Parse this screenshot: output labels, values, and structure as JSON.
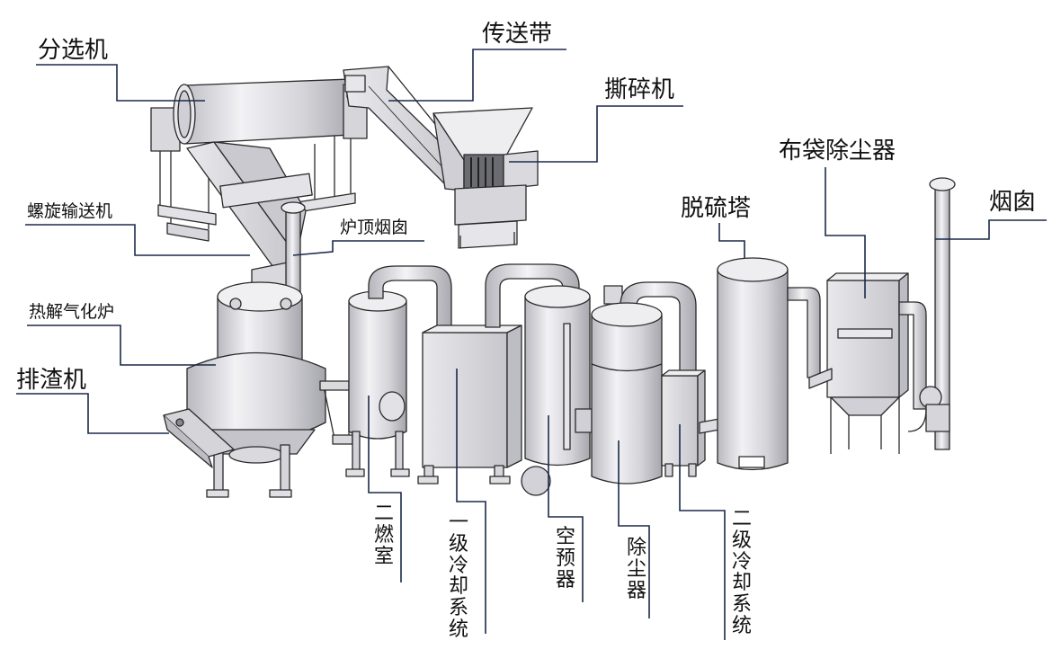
{
  "labels": {
    "sorter": "分选机",
    "conveyor_belt": "传送带",
    "shredder": "撕碎机",
    "screw_conveyor": "螺旋输送机",
    "furnace_chimney": "炉顶烟囱",
    "pyrolysis_furnace": "热解气化炉",
    "slag_discharger": "排渣机",
    "desulfurization_tower": "脱硫塔",
    "bag_filter": "布袋除尘器",
    "chimney": "烟囱",
    "secondary_combustion": "二燃室",
    "primary_cooling": "一级冷却系统",
    "air_preheater": "空预器",
    "dust_remover": "除尘器",
    "secondary_cooling": "二级冷却系统"
  },
  "colors": {
    "equipment_fill": "#d9d9dd",
    "equipment_light": "#eeeef1",
    "equipment_dark": "#a9a9b0",
    "outline": "#2a2a2a",
    "leader_line": "#1b2a4a"
  }
}
